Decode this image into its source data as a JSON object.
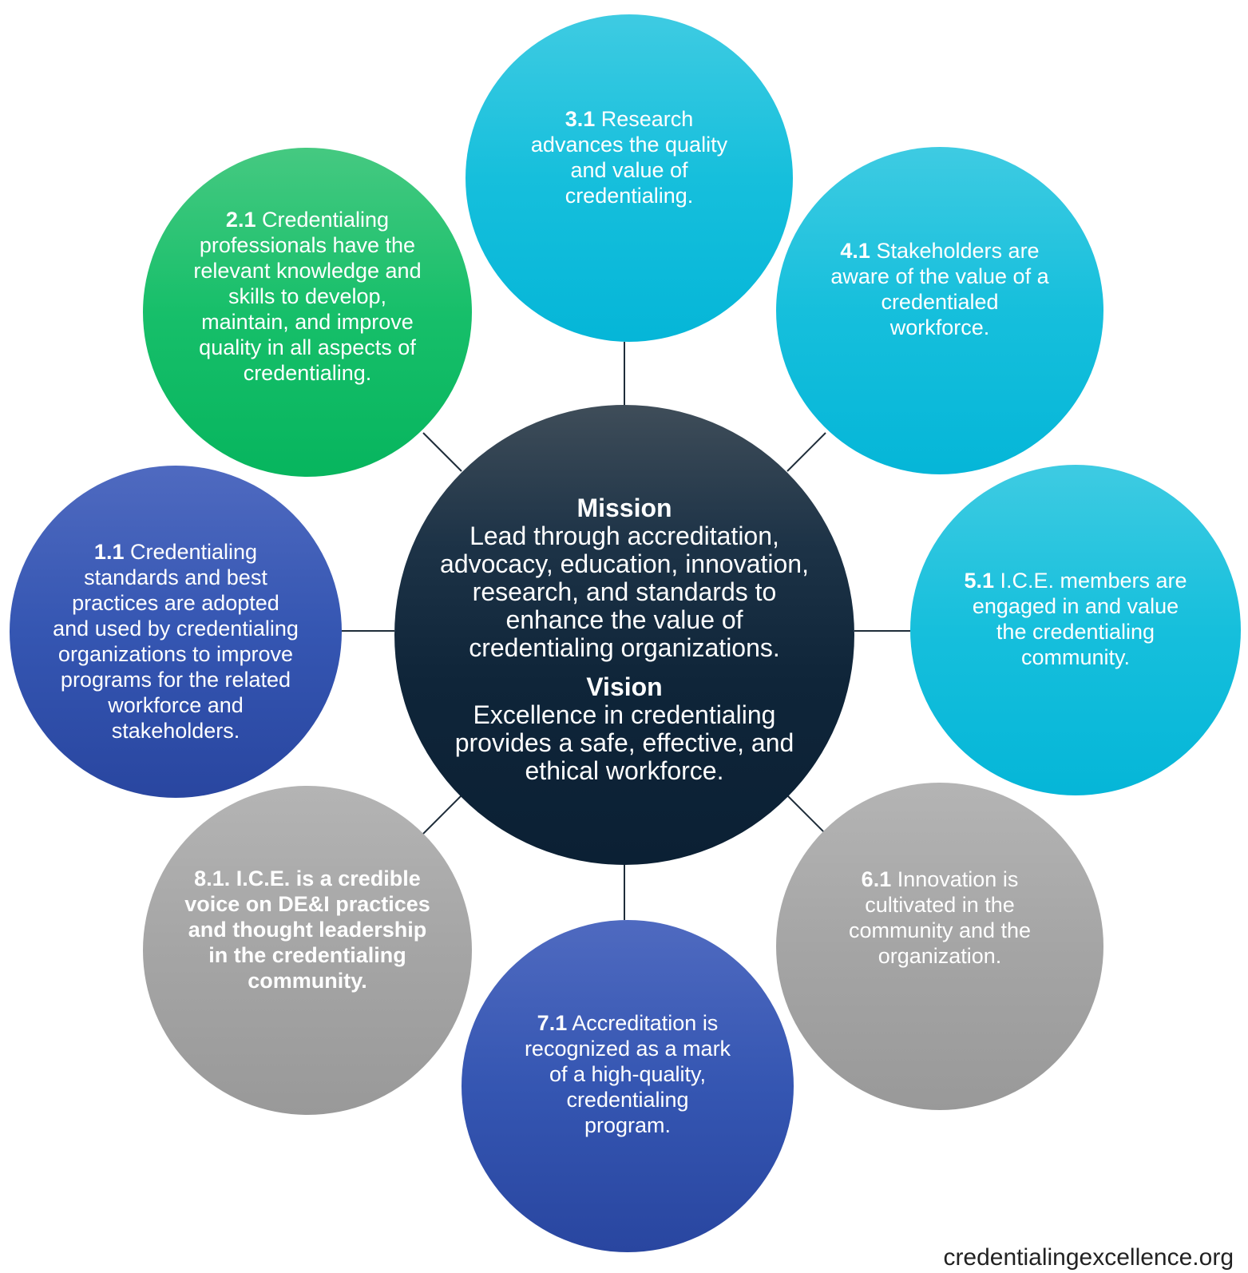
{
  "center": {
    "mission_heading": "Mission",
    "mission_text": "Lead through accreditation, advocacy, education, innovation, research, and standards to enhance the value of credentialing organizations.",
    "vision_heading": "Vision",
    "vision_text": "Excellence in credentialing provides a safe, effective, and ethical workforce."
  },
  "goals": [
    {
      "id": "1.1",
      "number": "1.1",
      "text": " Credentialing standards and best practices are adopted and used by credentialing organizations to improve programs for the related workforce and stakeholders.",
      "color": "#3556b2"
    },
    {
      "id": "2.1",
      "number": "2.1",
      "text": " Credentialing professionals have the relevant knowledge and skills to develop, maintain, and improve quality in all aspects of credentialing.",
      "color": "#17bf6a"
    },
    {
      "id": "3.1",
      "number": "3.1",
      "text": " Research advances the quality and value of credentialing.",
      "color": "#16bfdc"
    },
    {
      "id": "4.1",
      "number": "4.1",
      "text": " Stakeholders are aware of the value of a credentialed workforce.",
      "color": "#16bfdc"
    },
    {
      "id": "5.1",
      "number": "5.1",
      "text": " I.C.E. members are engaged in and value the credentialing community.",
      "color": "#16bfdc"
    },
    {
      "id": "6.1",
      "number": "6.1",
      "text": " Innovation is cultivated in the community and the organization.",
      "color": "#a5a5a5"
    },
    {
      "id": "7.1",
      "number": "7.1",
      "text": " Accreditation is recognized as a mark of a high-quality, credentialing program.",
      "color": "#3556b2"
    },
    {
      "id": "8.1",
      "number": "8.1.",
      "text": " I.C.E. is a credible voice on DE&I practices and thought leadership in the credentialing community.",
      "color": "#a5a5a5"
    }
  ],
  "footer": "credentialingexcellence.org",
  "colors": {
    "connector": "#1f2d3a",
    "center_dark": "#0f2539",
    "teal": "#16bfdc",
    "green": "#17bf6a",
    "blue": "#3556b2",
    "gray": "#a5a5a5"
  }
}
